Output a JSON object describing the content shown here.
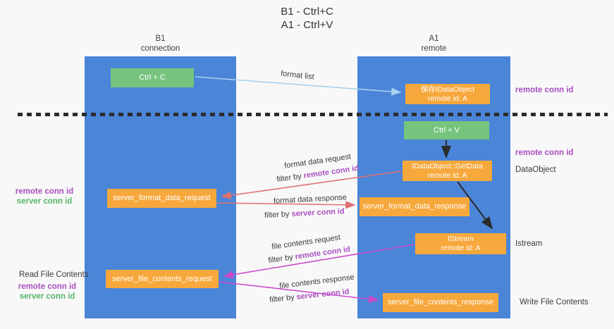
{
  "title": {
    "line1": "B1 - Ctrl+C",
    "line2": "A1 - Ctrl+V"
  },
  "lanes": {
    "b1": {
      "name": "B1",
      "subtitle": "connection"
    },
    "a1": {
      "name": "A1",
      "subtitle": "remote"
    }
  },
  "nodes": {
    "ctrl_c": {
      "label": "Ctrl + C"
    },
    "save_idataobject": {
      "line1": "保存IDataObject",
      "line2": "remote id: A"
    },
    "ctrl_v": {
      "label": "Ctrl + V"
    },
    "getdata": {
      "line1": "IDataObject::GetData",
      "line2": "remote id: A"
    },
    "server_format_data_request": {
      "label": "server_format_data_request"
    },
    "server_format_data_response": {
      "label": "server_format_data_response"
    },
    "istream": {
      "line1": "IStream",
      "line2": "remote id: A"
    },
    "server_file_contents_request": {
      "label": "server_file_contents_request"
    },
    "server_file_contents_response": {
      "label": "server_file_contents_response"
    }
  },
  "flow_labels": {
    "format_list": "format list",
    "format_data_request": "format data request",
    "format_data_response": "format data response",
    "file_contents_request": "file contents request",
    "file_contents_response": "file contents response",
    "filter_by": "filter by",
    "remote_conn_id": "remote conn id",
    "server_conn_id": "server conn id"
  },
  "side_labels": {
    "right_remote_conn_id_top": "remote conn id",
    "right_remote_conn_id_mid": "remote conn id",
    "dataobject": "DataObject",
    "istream": "Istream",
    "write_file_contents": "Write File Contents",
    "read_file_contents": "Read File Contents",
    "left_remote_conn_id_top": "remote conn id",
    "left_server_conn_id_top": "server conn id",
    "left_remote_conn_id_bottom": "remote conn id",
    "left_server_conn_id_bottom": "server conn id"
  },
  "colors": {
    "lane_blue": "#4a85d8",
    "node_green": "#76c47e",
    "node_orange": "#f7a83c",
    "purple_text": "#a94fc0",
    "green_text": "#57b36a",
    "arrow_red": "#e07070",
    "arrow_magenta": "#cb4bcb",
    "arrow_light_blue": "#a9d3ee",
    "arrow_black": "#2b2b2b"
  }
}
